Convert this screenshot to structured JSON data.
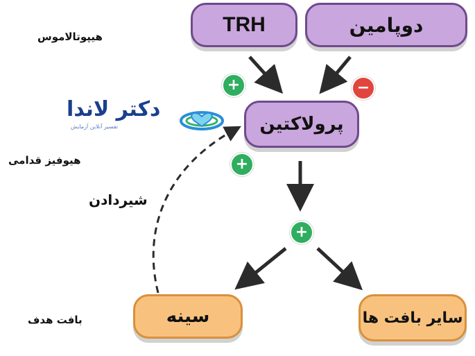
{
  "labels": {
    "hypothalamus": "هیپوتالاموس",
    "anterior_pituitary": "هیوفیز قدامی",
    "target_tissue": "بافت هدف",
    "suckling": "شیردادن"
  },
  "nodes": {
    "trh": "TRH",
    "dopamine": "دوپامین",
    "prolactin": "پرولاکتین",
    "breast": "سینه",
    "other_tissues": "سایر بافت ها"
  },
  "signs": {
    "trh_sign": "+",
    "dopamine_sign": "−",
    "suckling_sign": "+",
    "prolactin_out_sign": "+"
  },
  "logo": {
    "name": "دکتر لاندا",
    "tagline": "تفسیر آنلاین آزمایش"
  },
  "colors": {
    "purple_fill": "#c9a6dd",
    "purple_border": "#6e4a8c",
    "orange_fill": "#f8c27e",
    "orange_border": "#d8903c",
    "plus": "#2fae60",
    "minus": "#e0463d",
    "arrow": "#2b2b2b"
  }
}
